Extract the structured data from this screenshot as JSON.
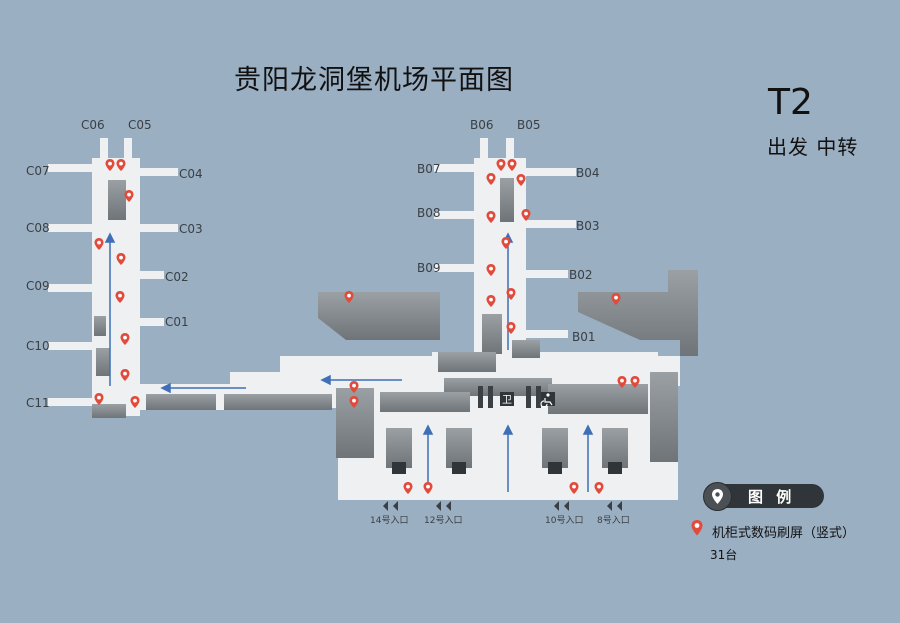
{
  "title": "贵阳龙洞堡机场平面图",
  "terminal": {
    "code": "T2",
    "subtitle": "出发  中转"
  },
  "gates_c": [
    "C06",
    "C05",
    "C07",
    "C04",
    "C08",
    "C03",
    "C09",
    "C02",
    "C01",
    "C10",
    "C11"
  ],
  "gates_b": [
    "B06",
    "B05",
    "B07",
    "B04",
    "B08",
    "B03",
    "B09",
    "B02",
    "B01"
  ],
  "entrances": [
    "14号入口",
    "12号入口",
    "10号入口",
    "8号入口"
  ],
  "legend": {
    "title": "图 例",
    "item_label": "机柜式数码刷屏（竖式）",
    "item_count": "31台"
  },
  "colors": {
    "background": "#9bafc3",
    "floor": "#eef0f1",
    "building": "#8f9599",
    "marker": "#e24a3b",
    "arrow": "#3f6fb6",
    "label": "#3a3f43"
  },
  "icons": [
    "location-pin-icon",
    "flow-arrow-icon",
    "taxi-icon",
    "restroom-icon",
    "accessible-icon",
    "map-pin-icon"
  ]
}
